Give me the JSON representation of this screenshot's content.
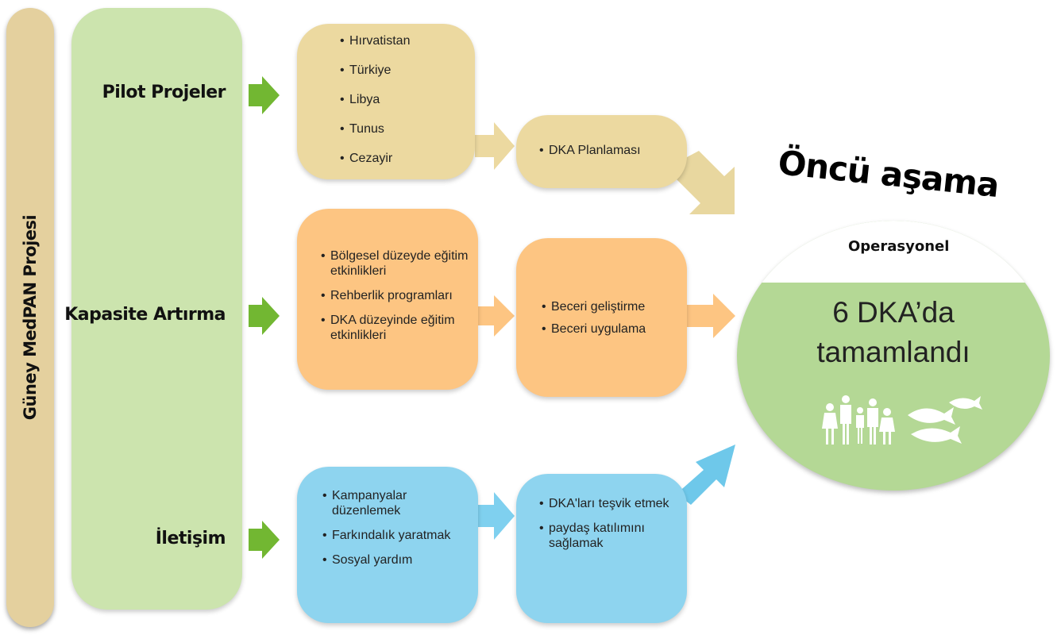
{
  "sidebar": {
    "title": "Güney MedPAN Projesi"
  },
  "rows": [
    {
      "title": "Pilot Projeler",
      "items": [
        "Hırvatistan",
        "Türkiye",
        "Libya",
        "Tunus",
        "Cezayir"
      ],
      "next": [
        "DKA Planlaması"
      ]
    },
    {
      "title": "Kapasite Artırma",
      "items": [
        "Bölgesel düzeyde eğitim etkinlikleri",
        "Rehberlik programları",
        "DKA düzeyinde eğitim etkinlikleri"
      ],
      "next": [
        "Beceri geliştirme",
        "Beceri uygulama"
      ]
    },
    {
      "title": "İletişim",
      "items": [
        "Kampanyalar düzenlemek",
        "Farkındalık yaratmak",
        "Sosyal yardım"
      ],
      "next": [
        "DKA'ları teşvik etmek",
        "paydaş katılımını sağlamak"
      ]
    }
  ],
  "result": {
    "heading": "Öncü aşama",
    "subheading": "Operasyonel",
    "line1": "6 DKA’da",
    "line2": "tamamlandı",
    "icons": [
      "people-icon",
      "fish-icon"
    ]
  },
  "colors": {
    "sidebar": "#e4d09e",
    "column": "#cce4ae",
    "tan": "#ecd9a0",
    "orange": "#fdc582",
    "blue": "#8ed4ef",
    "green_arrow": "#72b732",
    "circle": "#b4d895"
  }
}
